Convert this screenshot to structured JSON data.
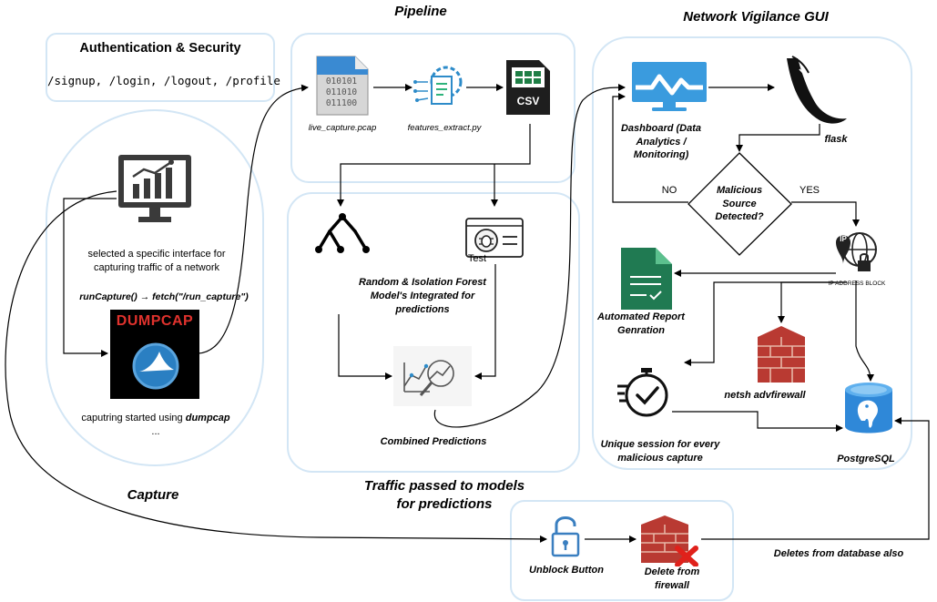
{
  "sections": {
    "pipeline": "Pipeline",
    "gui": "Network Vigilance GUI",
    "capture": "Capture",
    "traffic": "Traffic passed to models for predictions"
  },
  "auth": {
    "title": "Authentication & Security",
    "routes": "/signup, /login, /logout, /profile"
  },
  "capture": {
    "interface_text": "selected a specific interface for capturing traffic of a network",
    "function_call": "runCapture() → fetch(\"/run_capture\")",
    "dumpcap_logo": "DUMPCAP",
    "started_prefix": "caputring started using ",
    "started_tool": "dumpcap",
    "started_suffix": " ..."
  },
  "pipeline": {
    "pcap_file": "live_capture.pcap",
    "pcap_glyph": "010101 011010 011100",
    "features_script": "features_extract.py",
    "csv_label": "CSV"
  },
  "models": {
    "test_label": "Test",
    "integrated_text": "Random & Isolation Forest Model's Integrated for predictions",
    "combined": "Combined Predictions"
  },
  "gui": {
    "dashboard": "Dashboard (Data Analytics / Monitoring)",
    "flask": "flask",
    "decision": "Malicious Source Detected?",
    "no": "NO",
    "yes": "YES",
    "ip_badge": "IP",
    "ip_block": "IP ADDRESS BLOCK",
    "report": "Automated Report Genration",
    "firewall": "netsh advfirewall",
    "session": "Unique session for every malicious capture",
    "postgres": "PostgreSQL"
  },
  "unblock": {
    "button": "Unblock Button",
    "delete_fw": "Delete from firewall",
    "delete_db": "Deletes from database also"
  }
}
